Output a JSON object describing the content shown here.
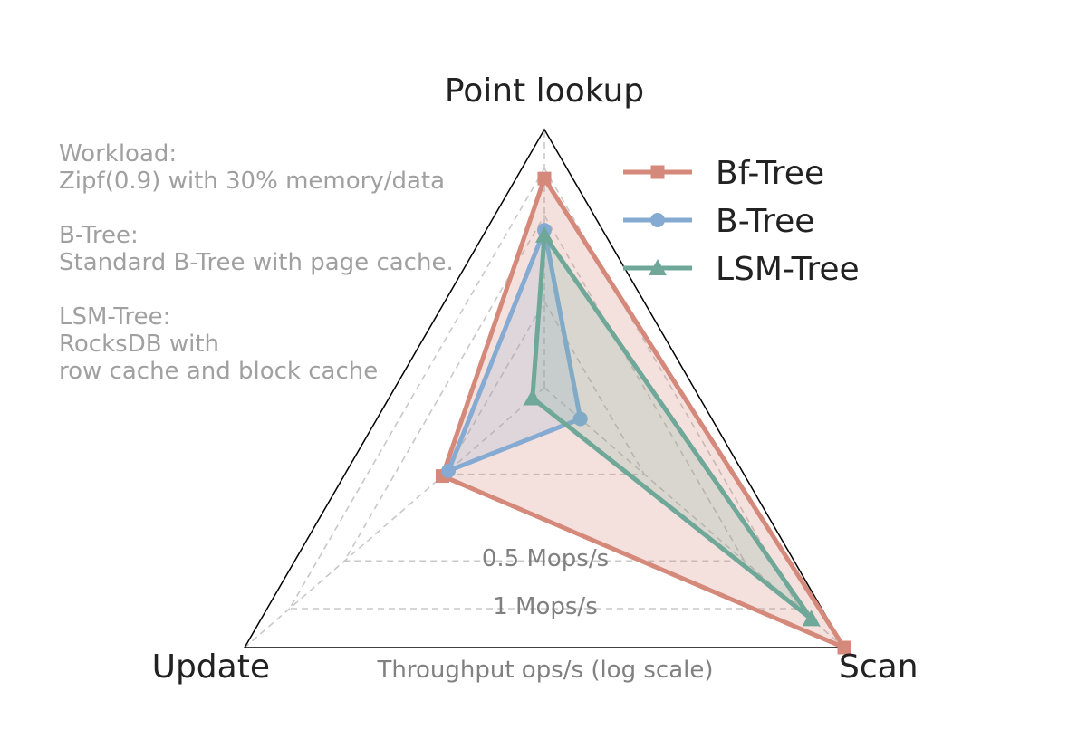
{
  "chart_data": {
    "type": "radar",
    "axes": [
      "Point lookup",
      "Scan",
      "Update"
    ],
    "scale": "log",
    "footer_label": "Throughput ops/s (log scale)",
    "ring_labels": [
      "0.5 Mops/s",
      "1 Mops/s"
    ],
    "notes": [
      {
        "title": "Workload:",
        "lines": [
          "Zipf(0.9) with 30% memory/data"
        ]
      },
      {
        "title": "B-Tree:",
        "lines": [
          "Standard B-Tree with page cache."
        ]
      },
      {
        "title": "LSM-Tree:",
        "lines": [
          "RocksDB with",
          "row cache and block cache"
        ]
      }
    ],
    "series": [
      {
        "name": "Bf-Tree",
        "color": "#d4897a",
        "marker": "square",
        "filled": true,
        "values": [
          0.81,
          1.0,
          0.34
        ]
      },
      {
        "name": "B-Tree",
        "color": "#85abd3",
        "marker": "circle",
        "filled": false,
        "values": [
          0.61,
          0.12,
          0.32
        ]
      },
      {
        "name": "LSM-Tree",
        "color": "#6fa898",
        "marker": "triangle",
        "filled": false,
        "values": [
          0.59,
          0.89,
          0.04
        ]
      }
    ],
    "grid": true,
    "legend_position": "top-right"
  }
}
